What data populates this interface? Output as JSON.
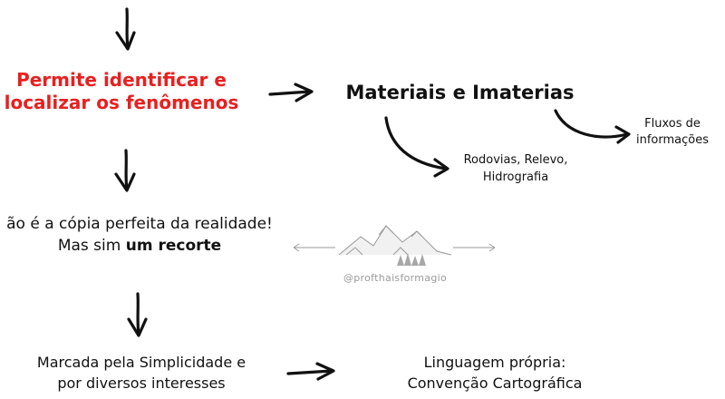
{
  "nodes": {
    "identify": {
      "line1": "Permite identificar e",
      "line2": "localizar os fenômenos"
    },
    "materials": {
      "text": "Materiais e Imaterias"
    },
    "fluxos": {
      "line1": "Fluxos de",
      "line2": "informações"
    },
    "rodovias": {
      "line1": "Rodovias, Relevo,",
      "line2": "Hidrografia"
    },
    "copia": {
      "line1": "ão é a cópia perfeita da realidade!",
      "line2_prefix": "Mas sim ",
      "line2_bold": "um recorte"
    },
    "marcada": {
      "line1": "Marcada pela Simplicidade e",
      "line2": "por diversos interesses"
    },
    "linguagem": {
      "line1": "Linguagem própria:",
      "line2": "Convenção Cartográfica"
    }
  },
  "watermark": {
    "text": "@profthaisformagio"
  },
  "colors": {
    "accent": "#e8201f",
    "text": "#111111",
    "watermark": "#9a9a9a"
  }
}
